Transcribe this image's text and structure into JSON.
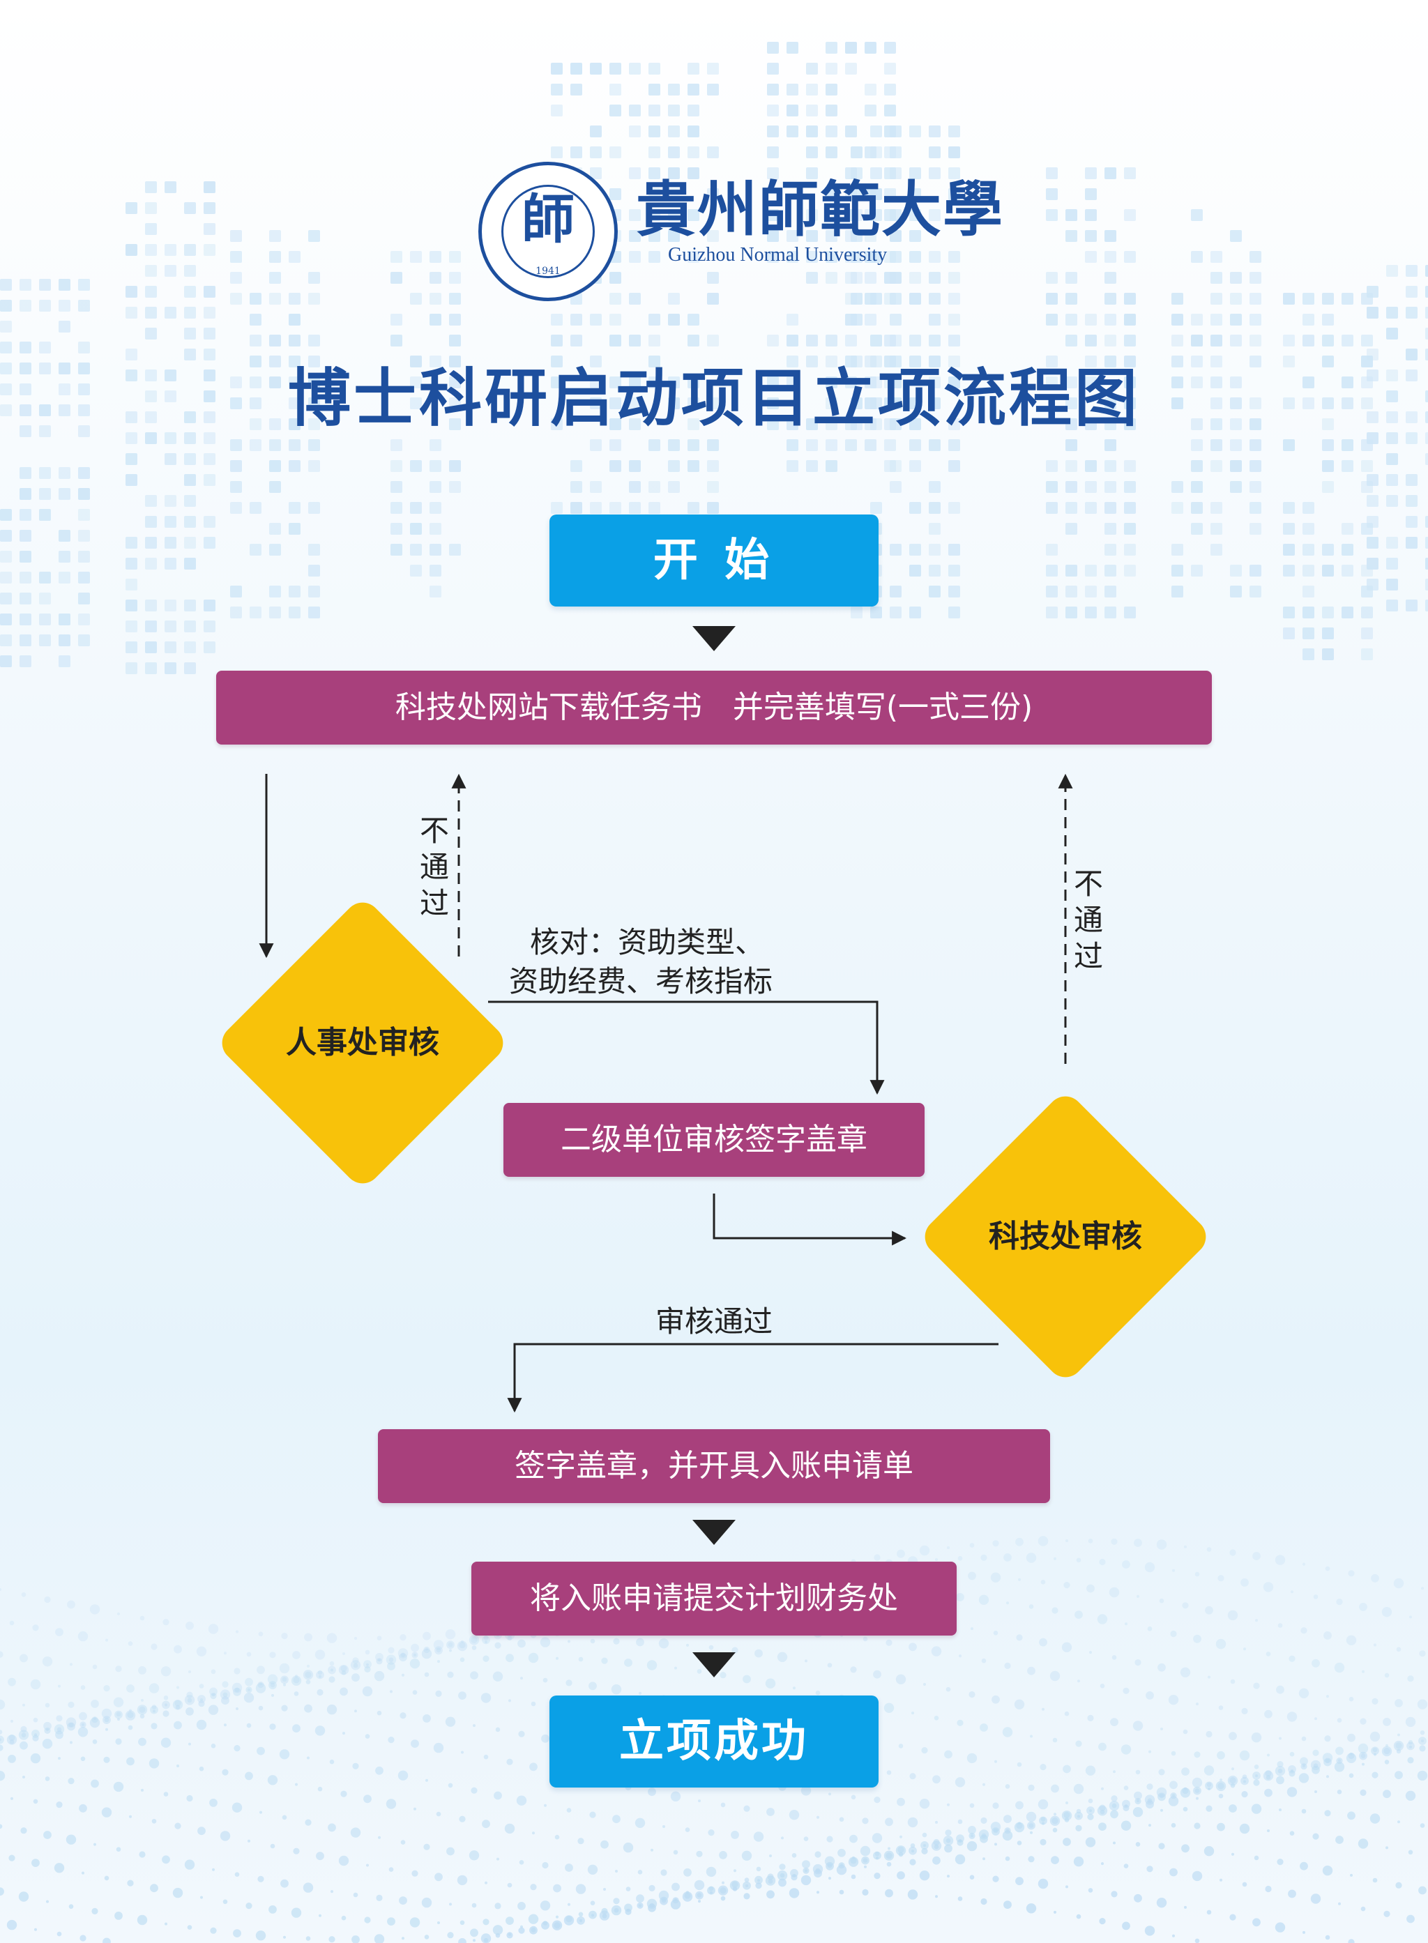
{
  "logo": {
    "seal_char": "師",
    "seal_year": "1941",
    "name_cn": "貴州師範大學",
    "name_en": "Guizhou Normal University"
  },
  "title": "博士科研启动项目立项流程图",
  "nodes": {
    "start": "开 始",
    "step1": "科技处网站下载任务书　并完善填写(一式三份)",
    "hr_review": "人事处审核",
    "step2": "二级单位审核签字盖章",
    "sti_review": "科技处审核",
    "step3": "签字盖章，并开具入账申请单",
    "step4": "将入账申请提交计划财务处",
    "end": "立项成功"
  },
  "edge_labels": {
    "reject_hr": "不通过",
    "reject_sti": "不通过",
    "check_line1": "核对：资助类型、",
    "check_line2": "资助经费、考核指标",
    "approved": "审核通过"
  },
  "colors": {
    "start_end": "#0aa0e6",
    "process": "#a8407c",
    "decision": "#f8c20a",
    "title": "#1d4f9e"
  }
}
